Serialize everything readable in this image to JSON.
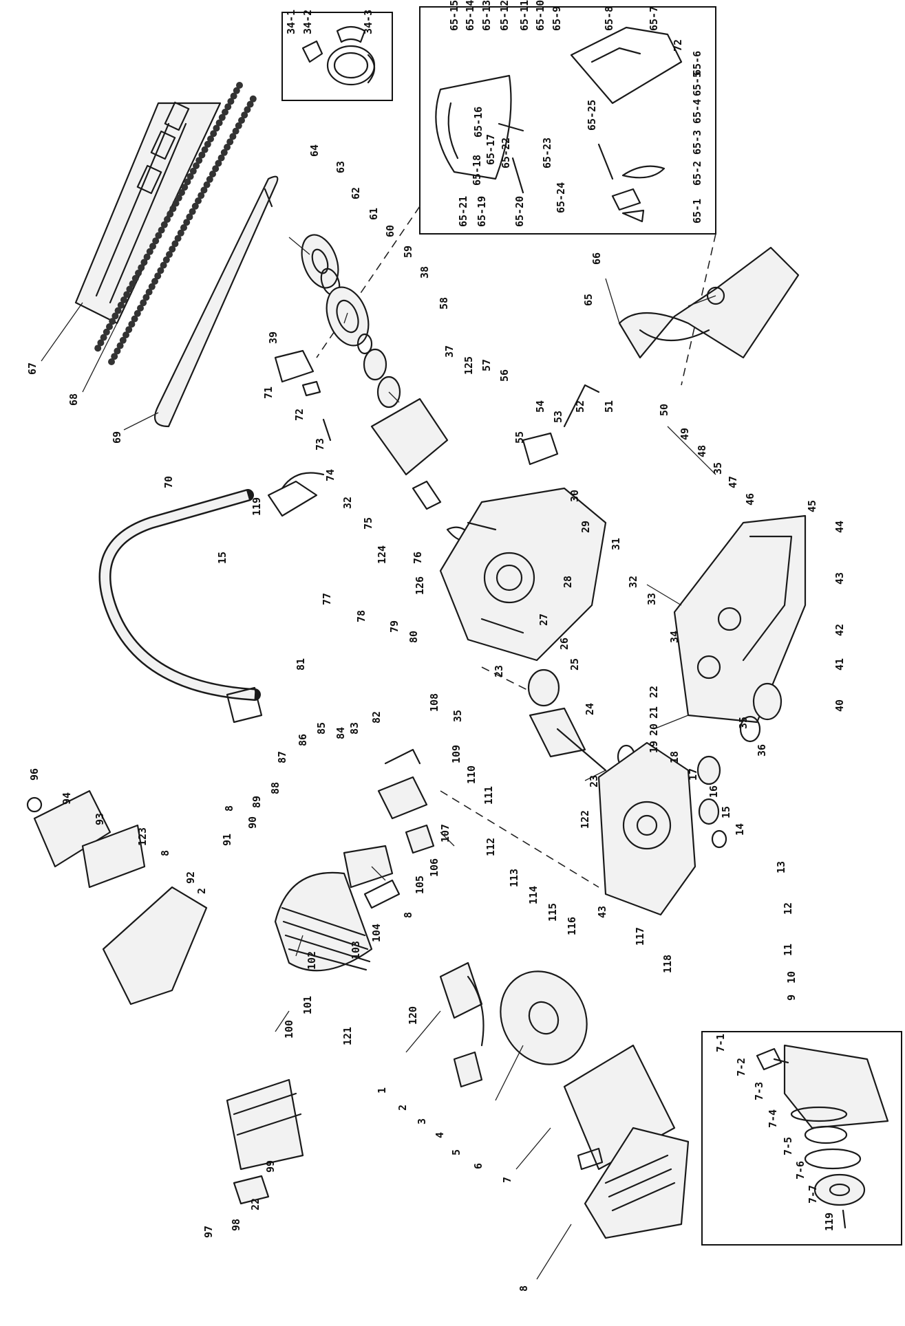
{
  "colors": {
    "ink": "#1a1a1a",
    "paper": "#ffffff",
    "part_fill": "#f2f2f2"
  },
  "labels": [
    {
      "id": "67",
      "text": "67"
    },
    {
      "id": "68",
      "text": "68"
    },
    {
      "id": "69",
      "text": "69"
    },
    {
      "id": "70",
      "text": "70"
    },
    {
      "id": "15a",
      "text": "15"
    },
    {
      "id": "119a",
      "text": "119"
    },
    {
      "id": "64",
      "text": "64"
    },
    {
      "id": "63",
      "text": "63"
    },
    {
      "id": "62",
      "text": "62"
    },
    {
      "id": "61",
      "text": "61"
    },
    {
      "id": "60",
      "text": "60"
    },
    {
      "id": "59",
      "text": "59"
    },
    {
      "id": "38",
      "text": "38"
    },
    {
      "id": "58",
      "text": "58"
    },
    {
      "id": "37",
      "text": "37"
    },
    {
      "id": "125",
      "text": "125"
    },
    {
      "id": "57",
      "text": "57"
    },
    {
      "id": "56",
      "text": "56"
    },
    {
      "id": "55",
      "text": "55"
    },
    {
      "id": "54",
      "text": "54"
    },
    {
      "id": "53",
      "text": "53"
    },
    {
      "id": "52",
      "text": "52"
    },
    {
      "id": "51",
      "text": "51"
    },
    {
      "id": "50",
      "text": "50"
    },
    {
      "id": "49",
      "text": "49"
    },
    {
      "id": "48",
      "text": "48"
    },
    {
      "id": "35a",
      "text": "35"
    },
    {
      "id": "47",
      "text": "47"
    },
    {
      "id": "46",
      "text": "46"
    },
    {
      "id": "45",
      "text": "45"
    },
    {
      "id": "44",
      "text": "44"
    },
    {
      "id": "43a",
      "text": "43"
    },
    {
      "id": "42",
      "text": "42"
    },
    {
      "id": "41",
      "text": "41"
    },
    {
      "id": "40",
      "text": "40"
    },
    {
      "id": "35b",
      "text": "35"
    },
    {
      "id": "36",
      "text": "36"
    },
    {
      "id": "39",
      "text": "39"
    },
    {
      "id": "71",
      "text": "71"
    },
    {
      "id": "72",
      "text": "72"
    },
    {
      "id": "73",
      "text": "73"
    },
    {
      "id": "74",
      "text": "74"
    },
    {
      "id": "32a",
      "text": "32"
    },
    {
      "id": "75",
      "text": "75"
    },
    {
      "id": "124",
      "text": "124"
    },
    {
      "id": "76",
      "text": "76"
    },
    {
      "id": "77",
      "text": "77"
    },
    {
      "id": "126",
      "text": "126"
    },
    {
      "id": "78",
      "text": "78"
    },
    {
      "id": "79",
      "text": "79"
    },
    {
      "id": "80",
      "text": "80"
    },
    {
      "id": "81",
      "text": "81"
    },
    {
      "id": "108",
      "text": "108"
    },
    {
      "id": "82",
      "text": "82"
    },
    {
      "id": "83",
      "text": "83"
    },
    {
      "id": "84",
      "text": "84"
    },
    {
      "id": "85",
      "text": "85"
    },
    {
      "id": "86",
      "text": "86"
    },
    {
      "id": "87",
      "text": "87"
    },
    {
      "id": "88",
      "text": "88"
    },
    {
      "id": "89",
      "text": "89"
    },
    {
      "id": "107",
      "text": "107"
    },
    {
      "id": "35c",
      "text": "35"
    },
    {
      "id": "109",
      "text": "109"
    },
    {
      "id": "110",
      "text": "110"
    },
    {
      "id": "111",
      "text": "111"
    },
    {
      "id": "30",
      "text": "30"
    },
    {
      "id": "29",
      "text": "29"
    },
    {
      "id": "28",
      "text": "28"
    },
    {
      "id": "27",
      "text": "27"
    },
    {
      "id": "26",
      "text": "26"
    },
    {
      "id": "25",
      "text": "25"
    },
    {
      "id": "23a",
      "text": "23"
    },
    {
      "id": "24",
      "text": "24"
    },
    {
      "id": "31",
      "text": "31"
    },
    {
      "id": "32b",
      "text": "32"
    },
    {
      "id": "33",
      "text": "33"
    },
    {
      "id": "34",
      "text": "34"
    },
    {
      "id": "22a",
      "text": "22"
    },
    {
      "id": "21",
      "text": "21"
    },
    {
      "id": "20",
      "text": "20"
    },
    {
      "id": "19",
      "text": "19"
    },
    {
      "id": "18",
      "text": "18"
    },
    {
      "id": "17",
      "text": "17"
    },
    {
      "id": "16",
      "text": "16"
    },
    {
      "id": "15b",
      "text": "15"
    },
    {
      "id": "14",
      "text": "14"
    },
    {
      "id": "13",
      "text": "13"
    },
    {
      "id": "12",
      "text": "12"
    },
    {
      "id": "11",
      "text": "11"
    },
    {
      "id": "10",
      "text": "10"
    },
    {
      "id": "9",
      "text": "9"
    },
    {
      "id": "43b",
      "text": "43"
    },
    {
      "id": "117",
      "text": "117"
    },
    {
      "id": "118",
      "text": "118"
    },
    {
      "id": "122",
      "text": "122"
    },
    {
      "id": "23b",
      "text": "23"
    },
    {
      "id": "112",
      "text": "112"
    },
    {
      "id": "113",
      "text": "113"
    },
    {
      "id": "114",
      "text": "114"
    },
    {
      "id": "115",
      "text": "115"
    },
    {
      "id": "116",
      "text": "116"
    },
    {
      "id": "96",
      "text": "96"
    },
    {
      "id": "94",
      "text": "94"
    },
    {
      "id": "93",
      "text": "93"
    },
    {
      "id": "123",
      "text": "123"
    },
    {
      "id": "8a",
      "text": "8"
    },
    {
      "id": "92",
      "text": "92"
    },
    {
      "id": "8b",
      "text": "8"
    },
    {
      "id": "90",
      "text": "90"
    },
    {
      "id": "91",
      "text": "91"
    },
    {
      "id": "2a",
      "text": "2"
    },
    {
      "id": "105",
      "text": "105"
    },
    {
      "id": "106",
      "text": "106"
    },
    {
      "id": "8c",
      "text": "8"
    },
    {
      "id": "104",
      "text": "104"
    },
    {
      "id": "103",
      "text": "103"
    },
    {
      "id": "102",
      "text": "102"
    },
    {
      "id": "101",
      "text": "101"
    },
    {
      "id": "100",
      "text": "100"
    },
    {
      "id": "121",
      "text": "121"
    },
    {
      "id": "120",
      "text": "120"
    },
    {
      "id": "99",
      "text": "99"
    },
    {
      "id": "22b",
      "text": "22"
    },
    {
      "id": "98",
      "text": "98"
    },
    {
      "id": "97",
      "text": "97"
    },
    {
      "id": "1",
      "text": "1"
    },
    {
      "id": "2b",
      "text": "2"
    },
    {
      "id": "3",
      "text": "3"
    },
    {
      "id": "4",
      "text": "4"
    },
    {
      "id": "5",
      "text": "5"
    },
    {
      "id": "6",
      "text": "6"
    },
    {
      "id": "7",
      "text": "7"
    },
    {
      "id": "8d",
      "text": "8"
    },
    {
      "id": "65",
      "text": "65"
    },
    {
      "id": "66",
      "text": "66"
    },
    {
      "id": "34-1",
      "text": "34-1"
    },
    {
      "id": "34-2",
      "text": "34-2"
    },
    {
      "id": "34-3",
      "text": "34-3"
    },
    {
      "id": "65-1",
      "text": "65-1"
    },
    {
      "id": "65-2",
      "text": "65-2"
    },
    {
      "id": "65-3",
      "text": "65-3"
    },
    {
      "id": "65-4",
      "text": "65-4"
    },
    {
      "id": "65-5",
      "text": "65-5"
    },
    {
      "id": "65-6",
      "text": "65-6"
    },
    {
      "id": "65-7",
      "text": "65-7"
    },
    {
      "id": "65-8",
      "text": "65-8"
    },
    {
      "id": "65-9",
      "text": "65-9"
    },
    {
      "id": "65-10",
      "text": "65-10"
    },
    {
      "id": "65-11",
      "text": "65-11"
    },
    {
      "id": "65-12",
      "text": "65-12"
    },
    {
      "id": "65-13",
      "text": "65-13"
    },
    {
      "id": "65-14",
      "text": "65-14"
    },
    {
      "id": "65-15",
      "text": "65-15"
    },
    {
      "id": "65-16",
      "text": "65-16"
    },
    {
      "id": "65-17",
      "text": "65-17"
    },
    {
      "id": "65-18",
      "text": "65-18"
    },
    {
      "id": "65-19",
      "text": "65-19"
    },
    {
      "id": "65-20",
      "text": "65-20"
    },
    {
      "id": "65-21",
      "text": "65-21"
    },
    {
      "id": "65-22",
      "text": "65-22"
    },
    {
      "id": "65-23",
      "text": "65-23"
    },
    {
      "id": "65-24",
      "text": "65-24"
    },
    {
      "id": "65-25",
      "text": "65-25"
    },
    {
      "id": "72i",
      "text": "72"
    },
    {
      "id": "7-1",
      "text": "7-1"
    },
    {
      "id": "7-2",
      "text": "7-2"
    },
    {
      "id": "7-3",
      "text": "7-3"
    },
    {
      "id": "7-4",
      "text": "7-4"
    },
    {
      "id": "7-5",
      "text": "7-5"
    },
    {
      "id": "7-6",
      "text": "7-6"
    },
    {
      "id": "7-7",
      "text": "7-7"
    },
    {
      "id": "119b",
      "text": "119"
    }
  ]
}
